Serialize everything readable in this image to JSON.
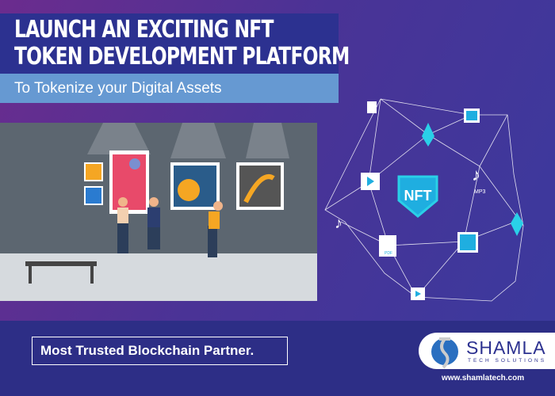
{
  "headline": {
    "line1": "LAUNCH AN EXCITING NFT",
    "line2": "TOKEN DEVELOPMENT PLATFORM",
    "subtitle": "To Tokenize your Digital Assets"
  },
  "illustration": {
    "nft_label": "NFT",
    "mp3_label": "MP3",
    "pdf_label": "PDF"
  },
  "tagline": "Most Trusted Blockchain Partner.",
  "brand": {
    "name": "SHAMLA",
    "sub": "TECH SOLUTIONS",
    "url": "www.shamlatech.com"
  },
  "colors": {
    "navy": "#2c3190",
    "light_blue": "#6699d2",
    "purple": "#6b2c8e"
  }
}
